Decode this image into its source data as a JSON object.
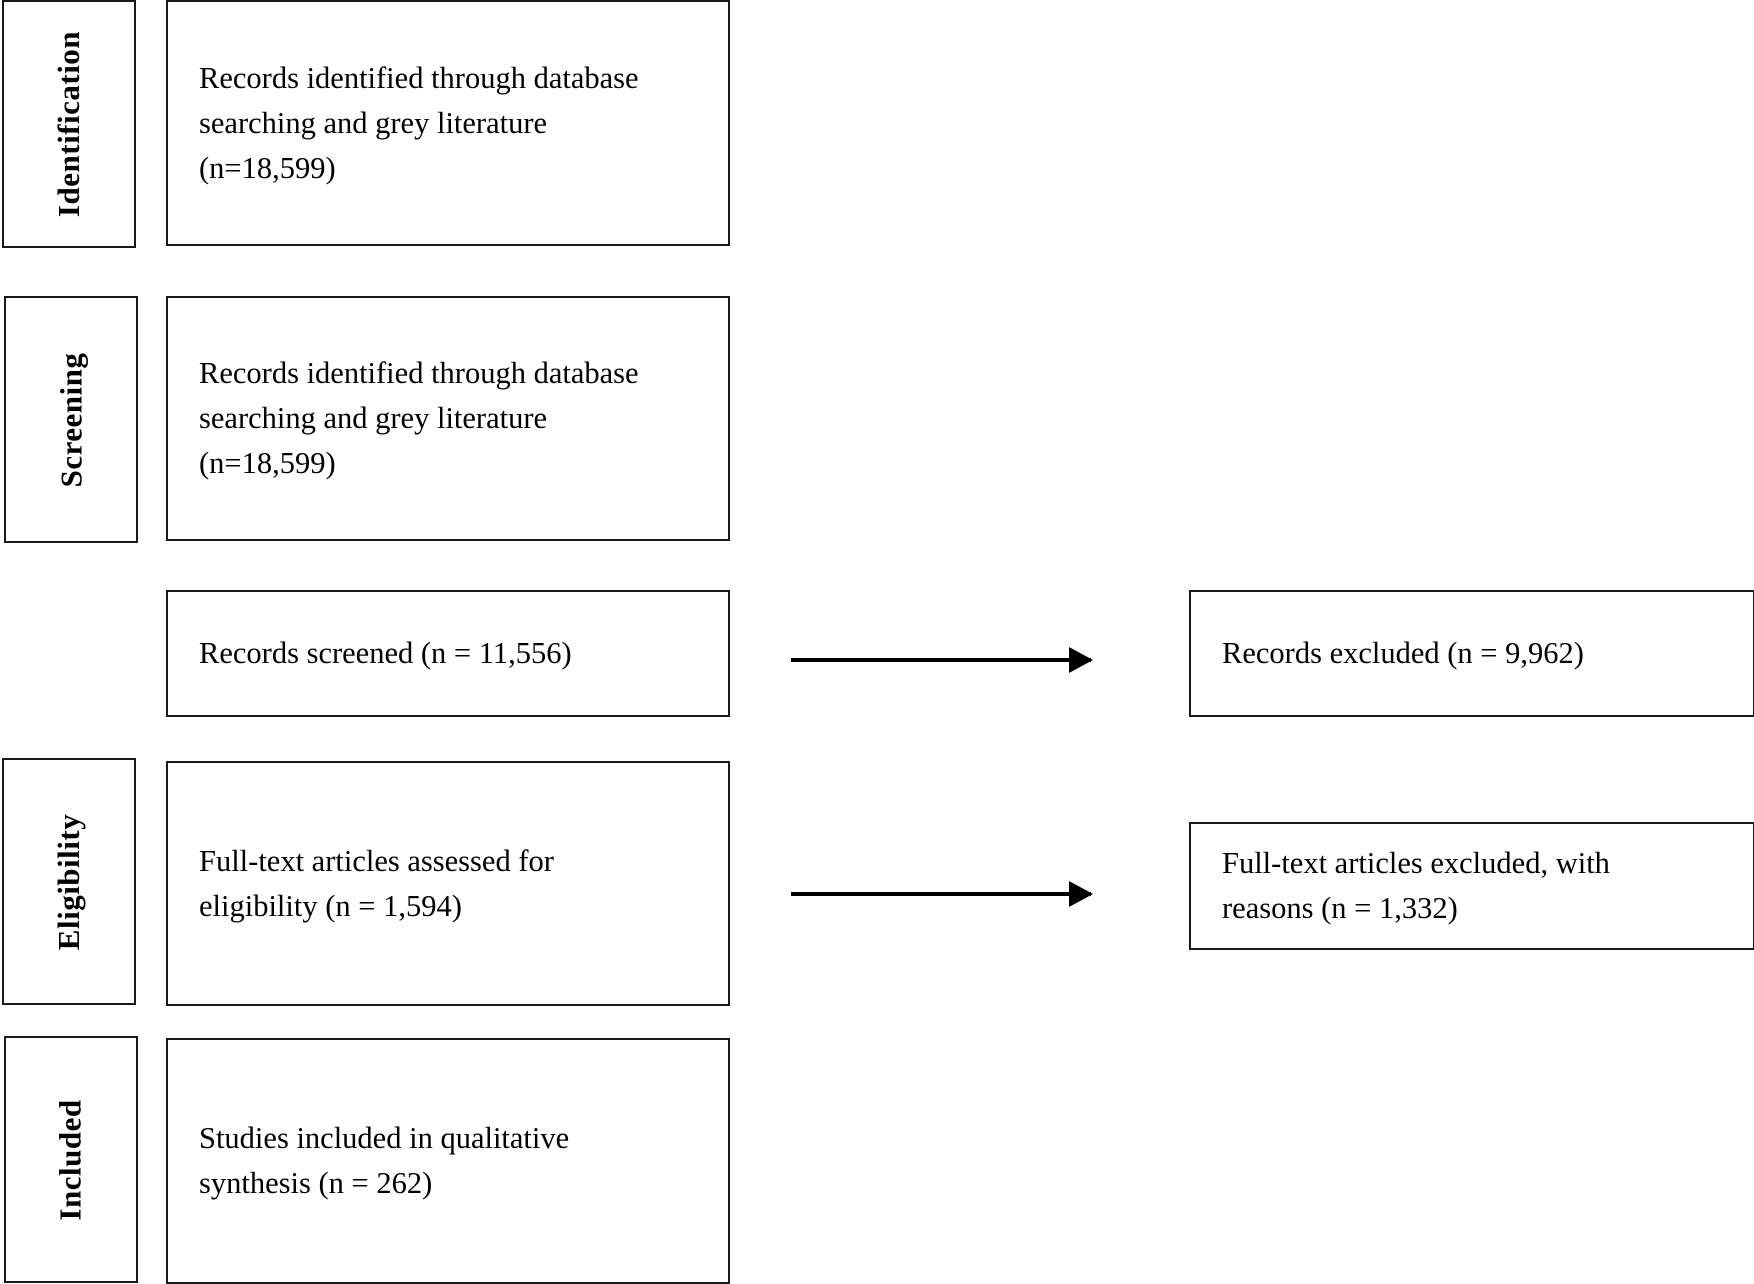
{
  "diagram": {
    "type": "PRISMA flow diagram",
    "stages": [
      {
        "label": "Identification"
      },
      {
        "label": "Screening"
      },
      {
        "label": "Eligibility"
      },
      {
        "label": "Included"
      }
    ],
    "boxes": {
      "identification": "Records identified through database\nsearching and grey literature\n(n=18,599)",
      "screening": "Records identified through database\nsearching and grey literature\n(n=18,599)",
      "screened": "Records screened (n = 11,556)",
      "excluded": "Records excluded (n = 9,962)",
      "eligibility": "Full-text articles assessed for\neligibility (n = 1,594)",
      "fulltext_excluded": "Full-text articles excluded, with\nreasons (n = 1,332)",
      "included": "Studies included in qualitative\nsynthesis (n = 262)"
    },
    "counts": {
      "identified": 18599,
      "screened": 11556,
      "records_excluded": 9962,
      "full_text_assessed": 1594,
      "full_text_excluded": 1332,
      "included": 262
    },
    "edges": [
      {
        "from": "screened",
        "to": "excluded"
      },
      {
        "from": "eligibility",
        "to": "fulltext_excluded"
      }
    ]
  }
}
